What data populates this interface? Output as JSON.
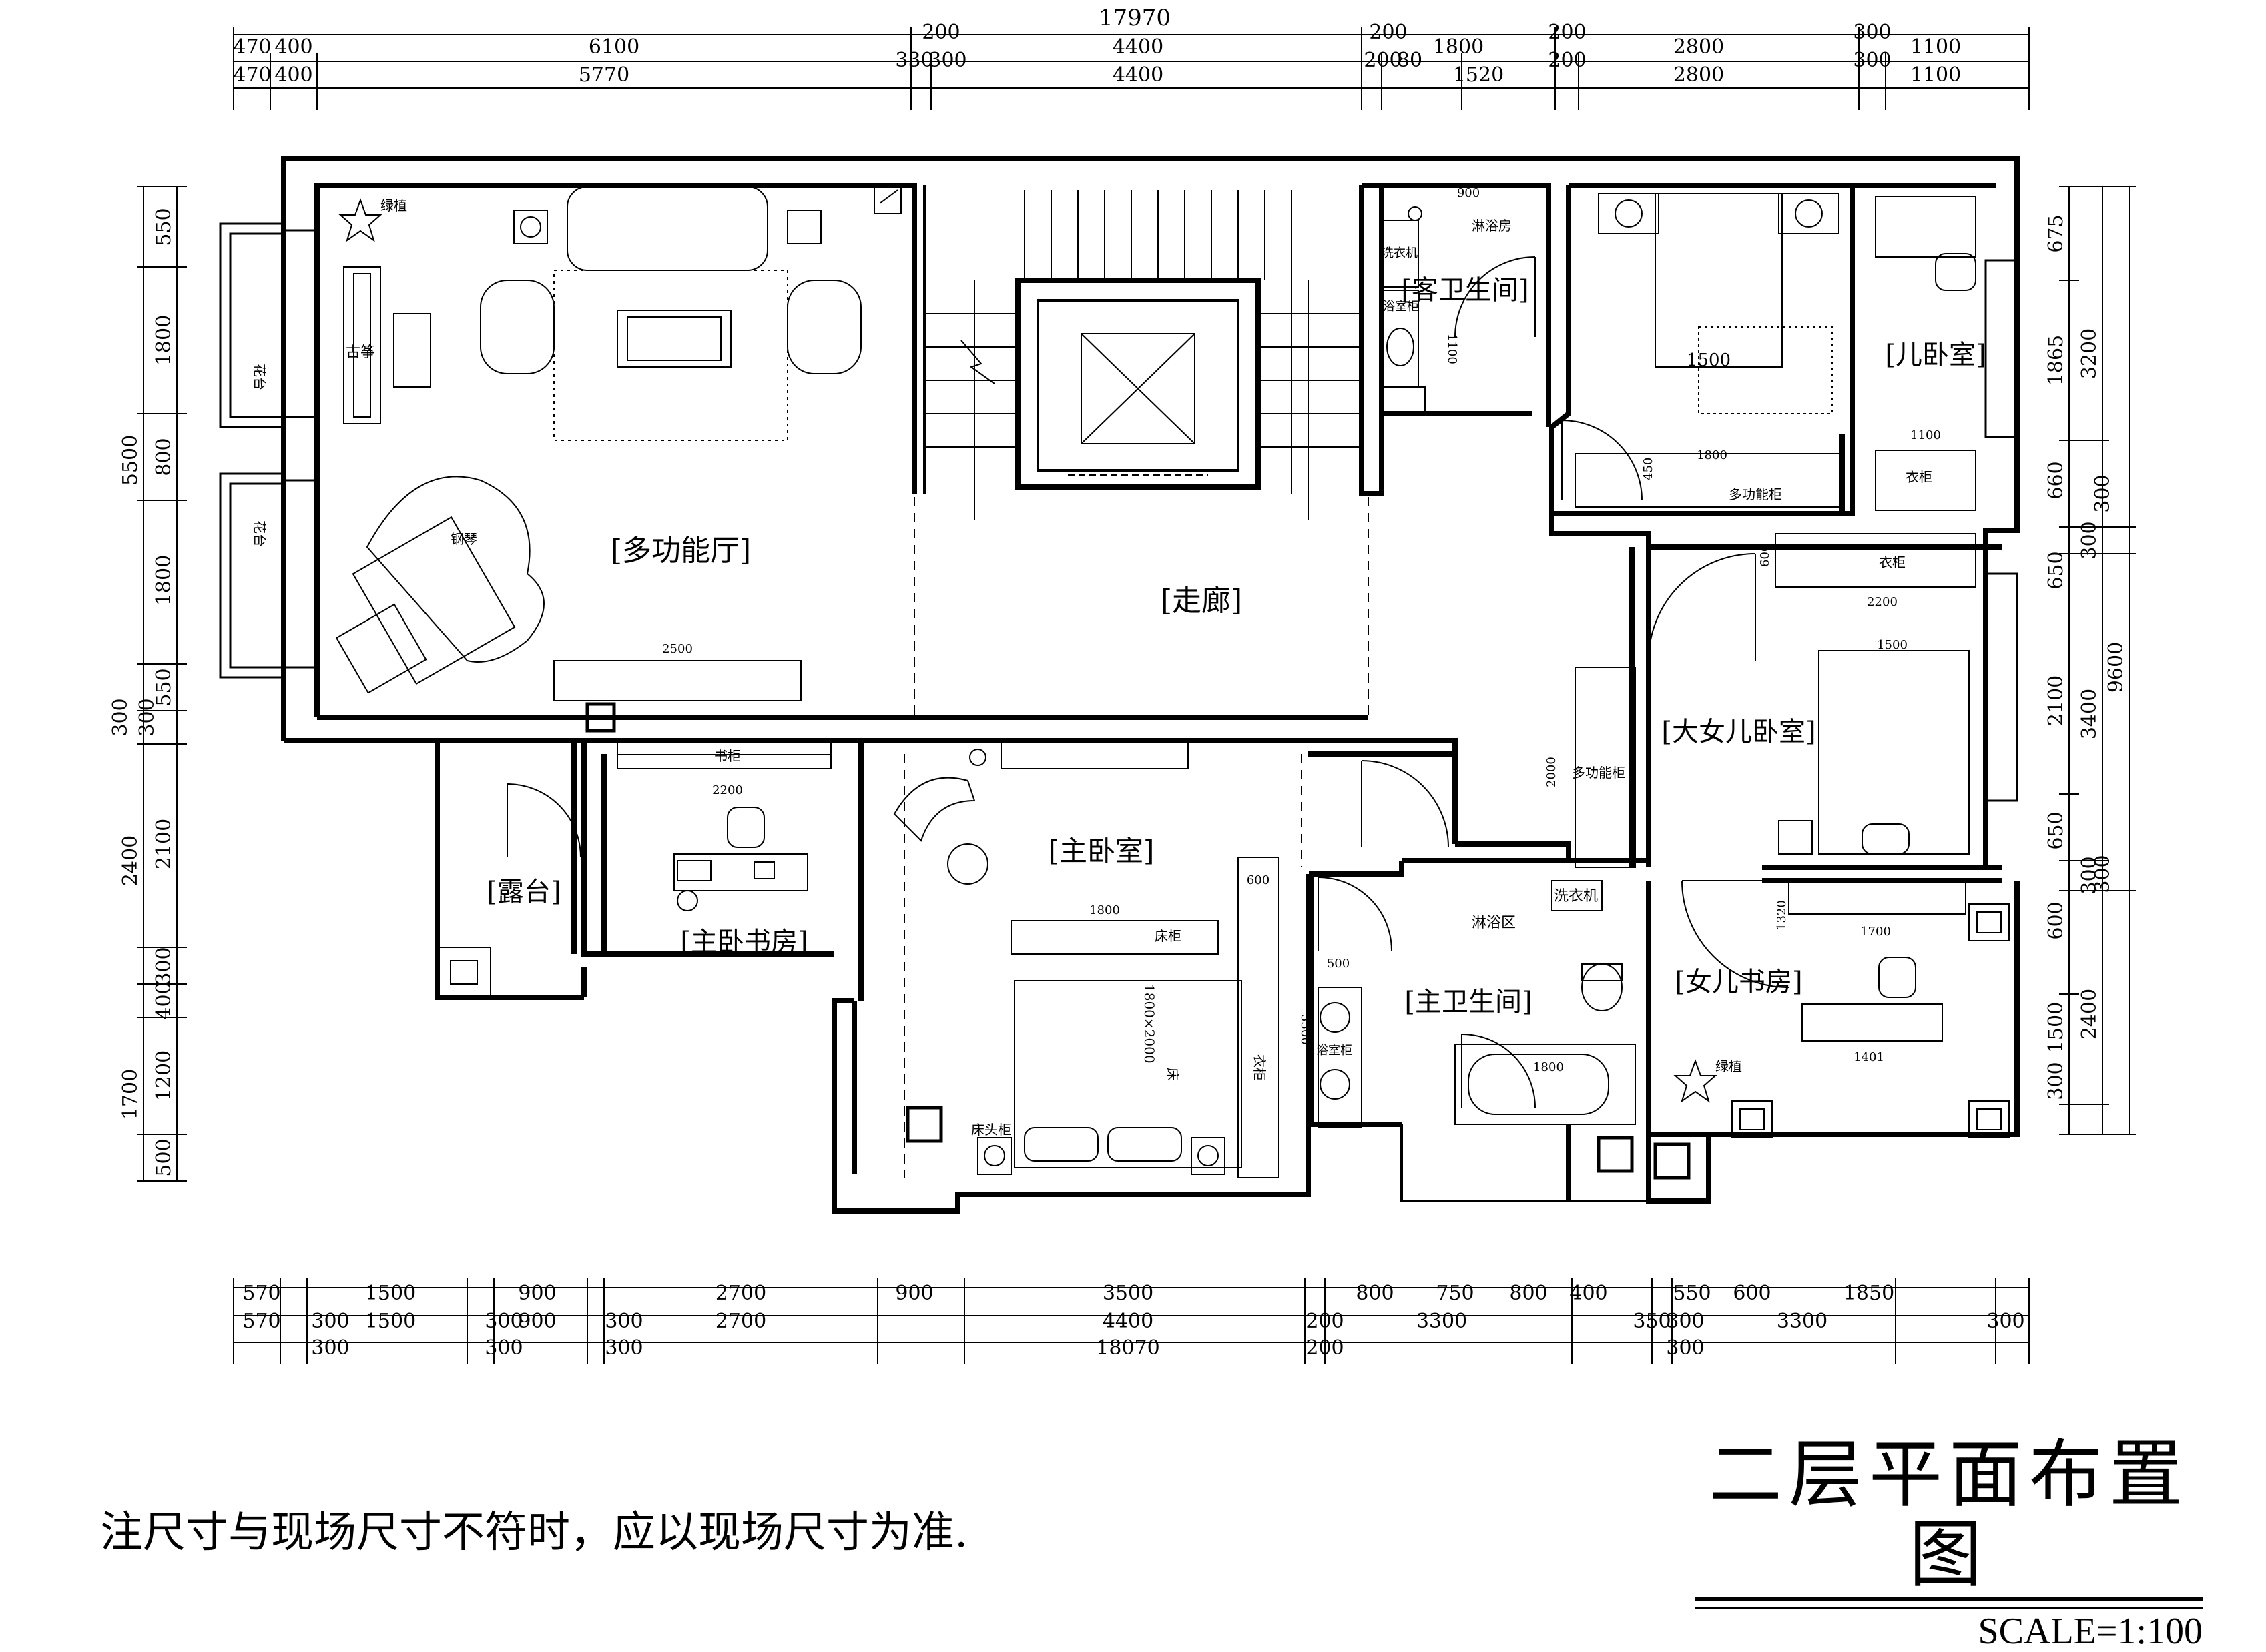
{
  "title": "二层平面布置图",
  "scale": "SCALE=1:100",
  "note": "注尺寸与现场尺寸不符时，应以现场尺寸为准.",
  "rooms": {
    "multi_hall": "[多功能厅]",
    "corridor": "[走廊]",
    "guest_bath": "[客卫生间]",
    "son_bedroom": "[儿卧室]",
    "elder_daughter_bedroom": "[大女儿卧室]",
    "master_bedroom": "[主卧室]",
    "master_study": "[主卧书房]",
    "balcony": "[露台]",
    "master_bath": "[主卫生间]",
    "daughter_study": "[女儿书房]"
  },
  "fixtures": {
    "plant_1": "绿植",
    "plant_2": "绿植",
    "guzheng": "古筝",
    "piano": "钢琴",
    "planter_1": "花台",
    "planter_2": "花台",
    "shower_room": "淋浴房",
    "washer_1": "洗衣机",
    "bath_cabinet_1": "浴室柜",
    "bookcase": "书柜",
    "bed_cabinet": "床柜",
    "bed_size": "1800×2000",
    "bed_label": "床",
    "nightstand": "床头柜",
    "wardrobe_master": "衣柜",
    "shower_area": "淋浴区",
    "washer_2": "洗衣机",
    "bath_cabinet_2": "浴室柜",
    "multi_cabinet_1": "多功能柜",
    "multi_cabinet_2": "多功能柜",
    "wardrobe_1": "衣柜",
    "wardrobe_2": "衣柜"
  },
  "inner_dims": {
    "tv_cabinet": "2500",
    "bookcase_w": "2200",
    "bed_w_master": "1800",
    "wardrobe_len": "3300",
    "wardrobe_end": "600",
    "basin_w": "500",
    "tub_w": "1800",
    "shower_w": "900",
    "guest_1100": "1100",
    "son_bed": "1500",
    "son_cab": "1800",
    "son_wardrobe": "1100",
    "son_450": "450",
    "daughter_600": "600",
    "daughter_2200": "2200",
    "daughter_bed": "1500",
    "multi_2000": "2000",
    "study_1700": "1700",
    "study_1320": "1320",
    "study_1401": "1401"
  },
  "dims": {
    "top_total": "17970",
    "top_row1": [
      "470",
      "400",
      "6100",
      "200",
      "4400",
      "200",
      "1800",
      "200",
      "2800",
      "300",
      "1100"
    ],
    "top_row2": [
      "470",
      "400",
      "5770",
      "330",
      "300",
      "4400",
      "200",
      "80",
      "1520",
      "200",
      "2800",
      "300",
      "1100"
    ],
    "bottom_row1": [
      "570",
      "1500",
      "900",
      "2700",
      "900",
      "3500",
      "800",
      "750",
      "800",
      "400",
      "550",
      "600",
      "1850"
    ],
    "bottom_row2": [
      "570",
      "300",
      "1500",
      "300",
      "900",
      "300",
      "2700",
      "4400",
      "200",
      "3300",
      "350",
      "300",
      "3300",
      "300"
    ],
    "bottom_row3": [
      "300",
      "300",
      "300",
      "18070",
      "200",
      "300"
    ],
    "left_outer": [
      "5500",
      "300",
      "2400",
      "1700"
    ],
    "left_inner": [
      "550",
      "1800",
      "800",
      "1800",
      "550",
      "300",
      "2100",
      "300",
      "400",
      "1200",
      "500"
    ],
    "right_inner": [
      "675",
      "1865",
      "660",
      "300",
      "650",
      "2100",
      "650",
      "300",
      "600",
      "1500",
      "300"
    ],
    "right_mid": [
      "3200",
      "300",
      "3400",
      "300",
      "2400"
    ],
    "right_outer": [
      "9600"
    ]
  }
}
